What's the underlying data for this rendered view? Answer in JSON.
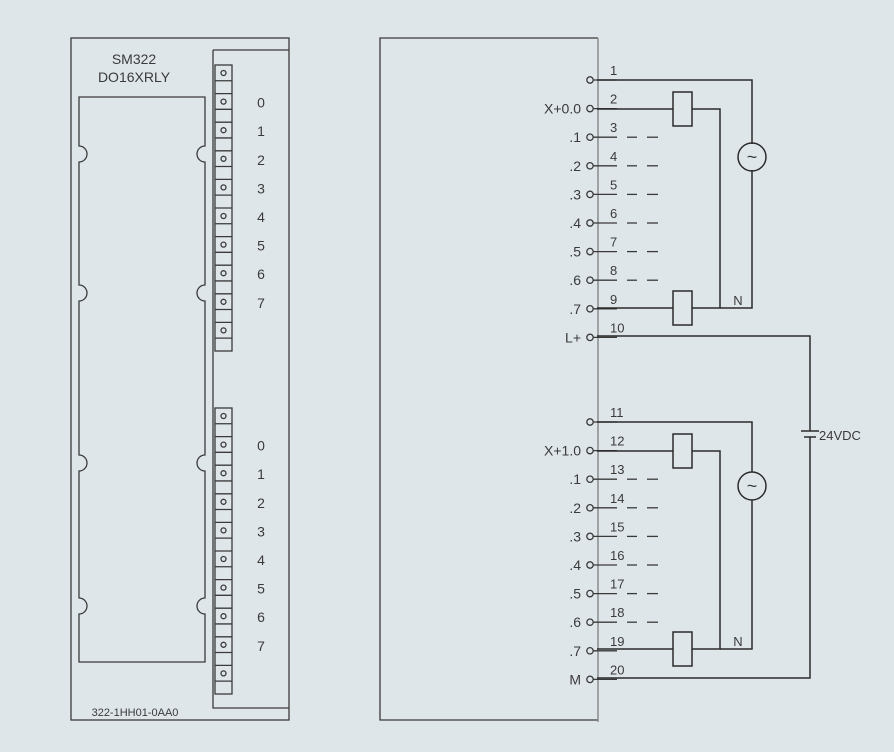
{
  "module": {
    "name": "SM322",
    "type": "DO16XRLY",
    "order_number": "322-1HH01-0AA0",
    "upper_channels": [
      "0",
      "1",
      "2",
      "3",
      "4",
      "5",
      "6",
      "7"
    ],
    "lower_channels": [
      "0",
      "1",
      "2",
      "3",
      "4",
      "5",
      "6",
      "7"
    ]
  },
  "wiring": {
    "upper_terminals": [
      {
        "num": "1",
        "label": ""
      },
      {
        "num": "2",
        "label": "X+0.0"
      },
      {
        "num": "3",
        "label": ".1"
      },
      {
        "num": "4",
        "label": ".2"
      },
      {
        "num": "5",
        "label": ".3"
      },
      {
        "num": "6",
        "label": ".4"
      },
      {
        "num": "7",
        "label": ".5"
      },
      {
        "num": "8",
        "label": ".6"
      },
      {
        "num": "9",
        "label": ".7"
      },
      {
        "num": "10",
        "label": "L+"
      }
    ],
    "lower_terminals": [
      {
        "num": "11",
        "label": ""
      },
      {
        "num": "12",
        "label": "X+1.0"
      },
      {
        "num": "13",
        "label": ".1"
      },
      {
        "num": "14",
        "label": ".2"
      },
      {
        "num": "15",
        "label": ".3"
      },
      {
        "num": "16",
        "label": ".4"
      },
      {
        "num": "17",
        "label": ".5"
      },
      {
        "num": "18",
        "label": ".6"
      },
      {
        "num": "19",
        "label": ".7"
      },
      {
        "num": "20",
        "label": "M"
      }
    ],
    "neutral_label": "N",
    "ac_source_symbol": "~",
    "supply_label": "24VDC"
  }
}
